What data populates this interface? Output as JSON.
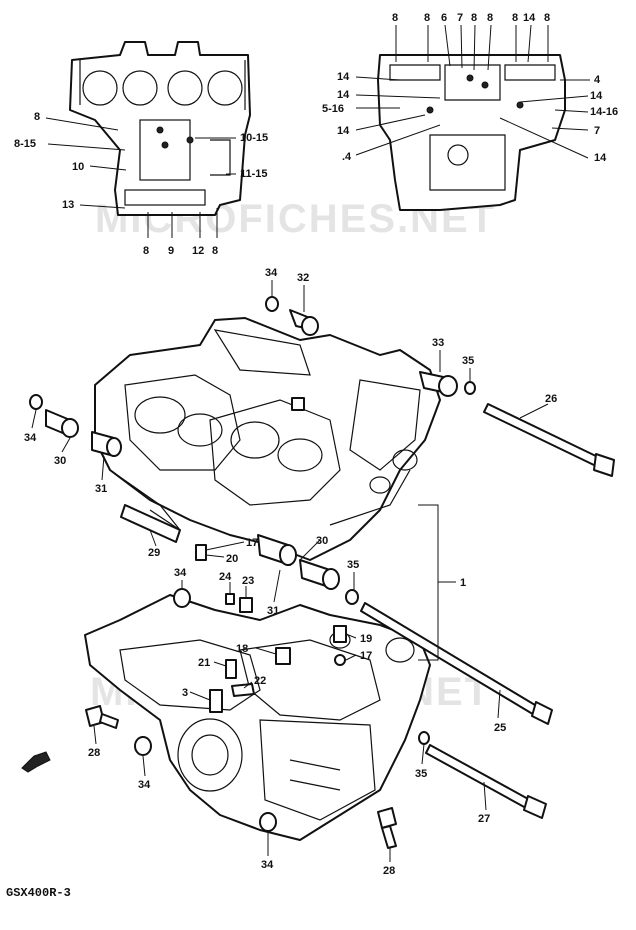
{
  "diagram_code": "GSX400R-3",
  "watermark": "MICROFICHES.NET",
  "inset_left": {
    "labels": [
      "8",
      "8-15",
      "10",
      "13",
      "8",
      "9",
      "12",
      "8",
      "10-15",
      "11-15"
    ]
  },
  "inset_right": {
    "labels": [
      "8",
      "8",
      "6",
      "7",
      "8",
      "8",
      "8",
      "14",
      "8",
      "14",
      "14",
      "5-16",
      "14",
      ".4",
      "4",
      "14",
      "14-16",
      "7",
      "14"
    ]
  },
  "callouts": [
    "34",
    "32",
    "33",
    "35",
    "26",
    "34",
    "30",
    "31",
    "29",
    "17",
    "20",
    "30",
    "24",
    "23",
    "34",
    "31",
    "35",
    "1",
    "18",
    "19",
    "17",
    "21",
    "3",
    "22",
    "25",
    "28",
    "34",
    "35",
    "27",
    "34",
    "28"
  ]
}
